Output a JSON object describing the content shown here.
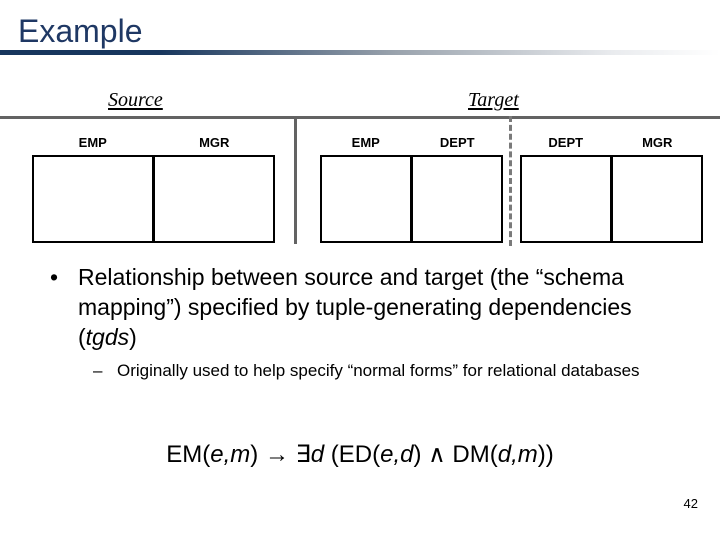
{
  "slide": {
    "title": "Example",
    "page_number": "42",
    "title_color": "#1F3864",
    "rule_color": "#17365D"
  },
  "schema": {
    "source_label": "Source",
    "target_label": "Target",
    "divider_color": "#636363",
    "tables": [
      {
        "name": "source-relation",
        "side": "source",
        "columns": [
          "EMP",
          "MGR"
        ]
      },
      {
        "name": "target-relation-ed",
        "side": "target",
        "columns": [
          "EMP",
          "DEPT"
        ]
      },
      {
        "name": "target-relation-dm",
        "side": "target",
        "columns": [
          "DEPT",
          "MGR"
        ]
      }
    ]
  },
  "body": {
    "bullet_marker": "•",
    "subbullet_marker": "–",
    "bullet_1": {
      "text_a": "Relationship between source and target (the “schema mapping”) specified by tuple-generating dependencies (",
      "italic": "tgds",
      "text_b": ")"
    },
    "bullet_2": {
      "text": "Originally used to help specify  “normal forms” for relational databases"
    }
  },
  "formula": {
    "p1": "EM(",
    "v1": "e,m",
    "p2": ") → ∃",
    "v2": "d",
    "p3": " (ED(",
    "v3": "e,d",
    "p4": ")  ∧  DM(",
    "v4": "d,m",
    "p5": "))"
  }
}
